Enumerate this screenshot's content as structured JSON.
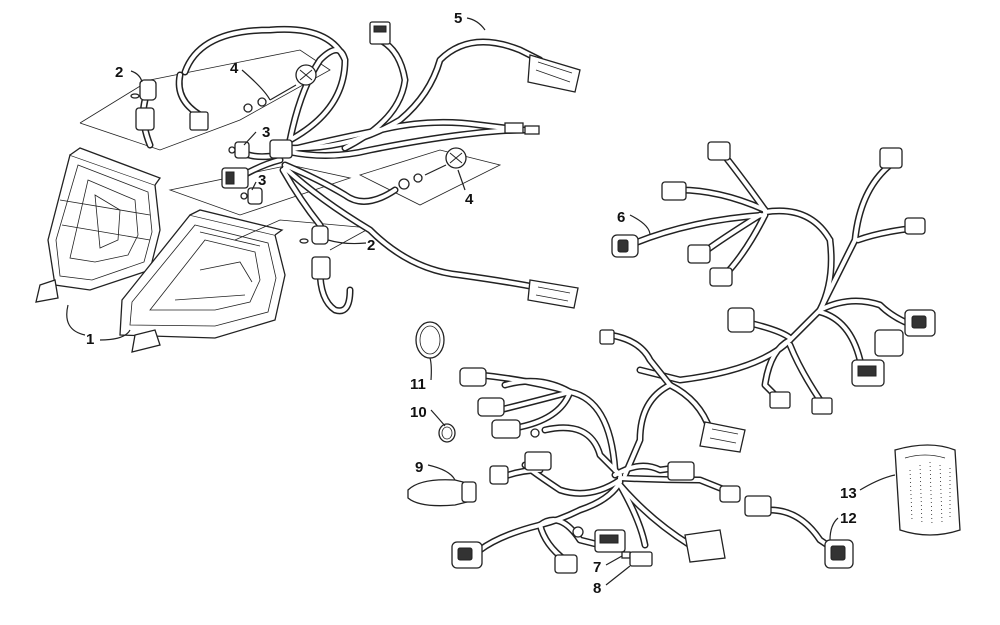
{
  "callouts": {
    "c1": "1",
    "c2a": "2",
    "c2b": "2",
    "c3a": "3",
    "c3b": "3",
    "c4a": "4",
    "c4b": "4",
    "c5": "5",
    "c6": "6",
    "c7": "7",
    "c8": "8",
    "c9": "9",
    "c10": "10",
    "c11": "11",
    "c12": "12",
    "c13": "13"
  }
}
